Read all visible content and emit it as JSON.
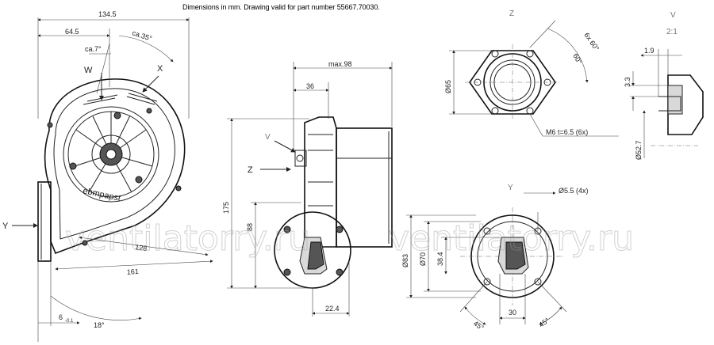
{
  "note": "Dimensions in mm. Drawing valid for part number 55667.70030.",
  "front_view": {
    "dim_width": "134.5",
    "dim_64": "64.5",
    "angle_35": "ca.35°",
    "angle_7": "ca.7°",
    "view_w": "W",
    "view_x": "X",
    "view_y": "Y",
    "dim_128": "128",
    "dim_161": "161",
    "dim_6": "6",
    "dim_6_tol": "-0.1",
    "angle_18": "18°",
    "logo": "ebmpapst"
  },
  "side_view": {
    "dim_max98": "max.98",
    "dim_36": "36",
    "dim_175": "175",
    "dim_88": "88",
    "dim_22_4": "22.4",
    "view_v": "V",
    "view_z": "Z"
  },
  "view_z": {
    "title": "Z",
    "angle_6x60": "6x 60°",
    "angle_60": "60°",
    "dim_d65": "Ø65",
    "thread": "M6  t=6.5 (6x)"
  },
  "detail_v": {
    "title": "V",
    "scale": "2:1",
    "dim_1_9": "1.9",
    "dim_3_3": "3.3",
    "dim_d52_7": "Ø52.7"
  },
  "view_y": {
    "title": "Y",
    "holes": "Ø5.5 (4x)",
    "dim_d83": "Ø83",
    "dim_d70": "Ø70",
    "dim_38_4": "38.4",
    "dim_30": "30",
    "angle_45_left": "45°",
    "angle_45_right": "45°"
  },
  "watermark": "ventilatorry.ru"
}
